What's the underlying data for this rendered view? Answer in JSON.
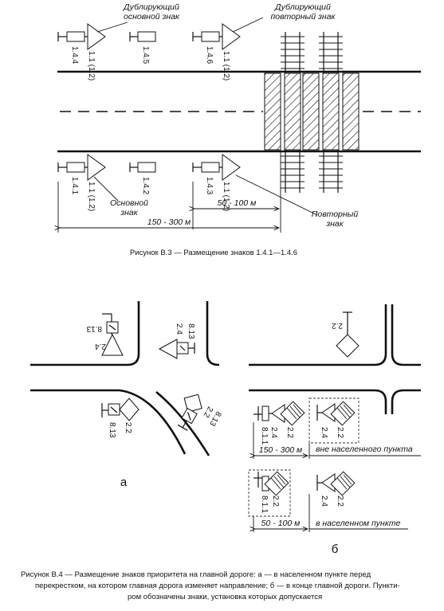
{
  "fig3": {
    "label_top_main": "Дублирующий\nосновной знак",
    "label_top_repeat": "Дублирующий\nповторный знак",
    "label_bottom_main": "Основной\nзнак",
    "label_bottom_repeat": "Повторный\nзнак",
    "top_signs": [
      "1.4.4",
      "1.1 (1.2)",
      "1.4.5",
      "1.4.6",
      "1.1 (1.2)"
    ],
    "bottom_signs": [
      "1.4.1",
      "1.1 (1.2)",
      "1.4.2",
      "1.4.3",
      "1.1 (1.2)"
    ],
    "dim_short": "50 - 100 м",
    "dim_long": "150 - 300 м",
    "caption": "Рисунок В.3 — Размещение знаков 1.4.1—1.4.6"
  },
  "fig4": {
    "a_signs": [
      "8.13",
      "2.4",
      "2.4",
      "8.13",
      "8.13",
      "2.2",
      "2.2",
      "8.13"
    ],
    "b_signs": [
      "8.1.1",
      "2.4",
      "2.4",
      "2.2",
      "2.2",
      "8.1.1",
      "2.2",
      "2.4",
      "2.2",
      "2.2"
    ],
    "dim_b1": "150 - 300 м",
    "label_b1": "вне населенного пункта",
    "dim_b2": "50 - 100 м",
    "label_b2": "в населенном пункте",
    "letter_a": "а",
    "letter_b": "б",
    "caption_lines": [
      "Рисунок В.4 — Размещение знаков приоритета на главной дороге: а — в населенном пункте перед",
      "перекрестком, на котором главная дорога изменяет направление; б — в конце главной дороги. Пункти-",
      "ром обозначены знаки, установка которых допускается"
    ]
  }
}
